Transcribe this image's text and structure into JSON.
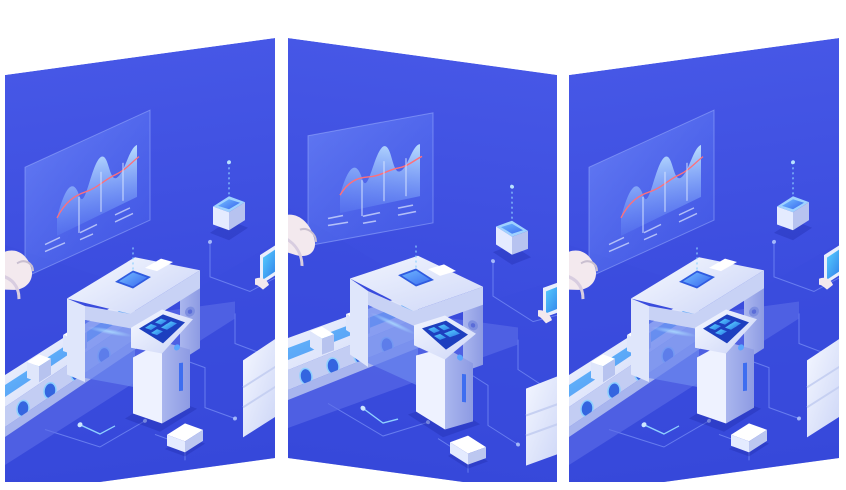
{
  "colors": {
    "background": "#ffffff",
    "panel_blue": "#3d4fe0",
    "panel_blue_deep": "#2a36c4",
    "floor_light": "#5566ea",
    "machine_white": "#e9eefc",
    "machine_shade": "#b9c4f2",
    "machine_dark": "#8e9ce6",
    "screen_cyan": "#4fc3ff",
    "chart_glass": "#5f7df5",
    "chart_line_red": "#ff6f7a",
    "belt_track": "#3fa6ff",
    "hand_skin": "#f3e9ee"
  },
  "panels": [
    {
      "name": "left-panel",
      "fold": "rising-right"
    },
    {
      "name": "center-panel",
      "fold": "falling-right"
    },
    {
      "name": "right-panel",
      "fold": "rising-right"
    }
  ],
  "icons": [
    "hologram-chart-icon",
    "conveyor-belt-icon",
    "scanner-machine-icon",
    "kiosk-terminal-icon",
    "data-cube-icon",
    "robot-hand-icon",
    "tablet-device-icon",
    "package-box-icon"
  ]
}
